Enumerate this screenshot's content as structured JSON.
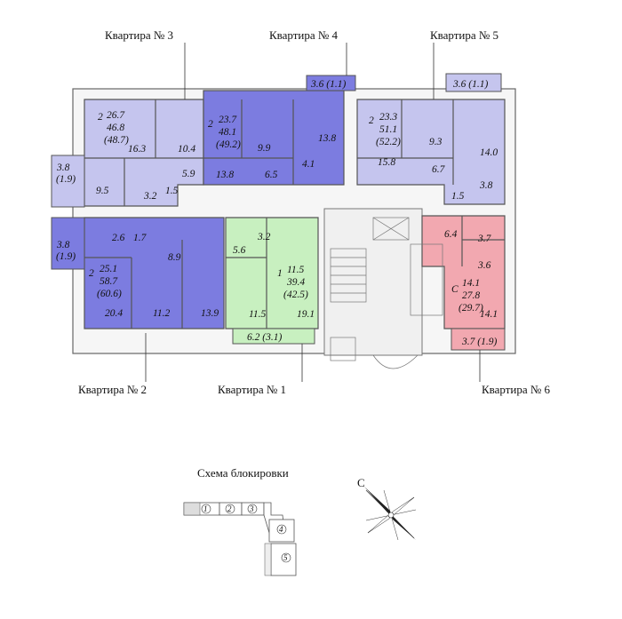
{
  "colors": {
    "apt_light_blue": "#c5c5ee",
    "apt_dark_blue": "#7c7ce0",
    "apt_green": "#c8f0c0",
    "apt_pink": "#f2a8b0",
    "common_area": "#f4f4f4",
    "wall": "#555555"
  },
  "apartments": [
    {
      "id": "apt1",
      "label": "Квартира № 1",
      "rooms": "1",
      "areas": [
        "11.5",
        "39.4",
        "(42.5)"
      ],
      "spaces": [
        "5.6",
        "3.2",
        "11.5",
        "19.1",
        "6.2 (3.1)"
      ]
    },
    {
      "id": "apt2",
      "label": "Квартира № 2",
      "rooms": "2",
      "areas": [
        "25.1",
        "58.7",
        "(60.6)"
      ],
      "spaces": [
        "2.6",
        "1.7",
        "8.9",
        "20.4",
        "11.2",
        "13.9",
        "3.8",
        "(1.9)"
      ]
    },
    {
      "id": "apt3",
      "label": "Квартира № 3",
      "rooms": "2",
      "areas": [
        "26.7",
        "46.8",
        "(48.7)"
      ],
      "spaces": [
        "16.3",
        "10.4",
        "5.9",
        "9.5",
        "3.2",
        "1.5",
        "3.8",
        "(1.9)"
      ]
    },
    {
      "id": "apt4",
      "label": "Квартира № 4",
      "rooms": "2",
      "areas": [
        "23.7",
        "48.1",
        "(49.2)"
      ],
      "spaces": [
        "9.9",
        "13.8",
        "13.8",
        "6.5",
        "4.1",
        "3.6 (1.1)"
      ]
    },
    {
      "id": "apt5",
      "label": "Квартира № 5",
      "rooms": "2",
      "areas": [
        "23.3",
        "51.1",
        "(52.2)"
      ],
      "spaces": [
        "9.3",
        "14.0",
        "15.8",
        "6.7",
        "1.5",
        "3.8",
        "3.6 (1.1)"
      ]
    },
    {
      "id": "apt6",
      "label": "Квартира № 6",
      "rooms": "С",
      "areas": [
        "14.1",
        "27.8",
        "(29.7)"
      ],
      "spaces": [
        "6.4",
        "3.7",
        "3.6",
        "14.1",
        "3.7 (1.9)"
      ]
    }
  ],
  "scheme": {
    "title": "Схема блокировки",
    "sections": [
      "1",
      "2",
      "3",
      "4",
      "5"
    ]
  },
  "compass": {
    "north_label": "С"
  }
}
